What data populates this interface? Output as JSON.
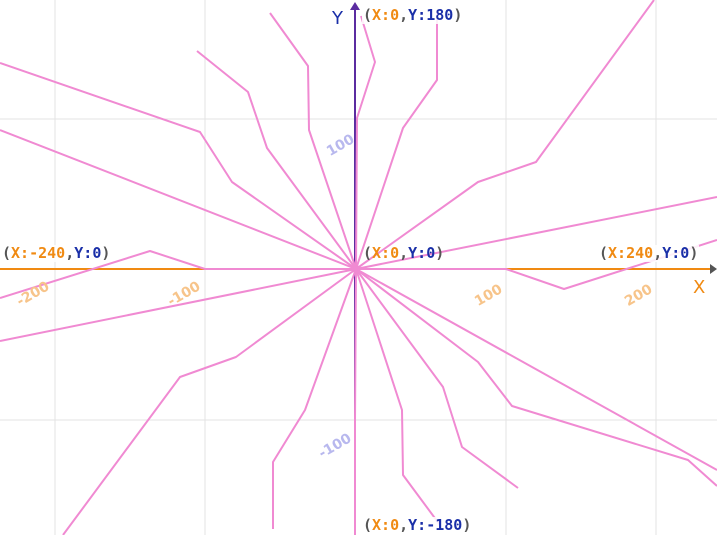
{
  "stage": {
    "x_axis_name": "X",
    "y_axis_name": "Y",
    "colors": {
      "background": "#ffffff",
      "grid": "#e3e3e3",
      "x_axis": "#f08a12",
      "y_axis": "#5b2ca0",
      "pen": "#f08ad2",
      "x_text": "#f08a12",
      "y_text": "#1a2fa8",
      "x_tick": "#f7c48a",
      "y_tick": "#b8b8ee"
    },
    "labels": {
      "top": {
        "x_key": "X:",
        "x_val": "0",
        "y_key": "Y:",
        "y_val": "180"
      },
      "bottom": {
        "x_key": "X:",
        "x_val": "0",
        "y_key": "Y:",
        "y_val": "-180"
      },
      "left": {
        "x_key": "X:",
        "x_val": "-240",
        "y_key": "Y:",
        "y_val": "0"
      },
      "right": {
        "x_key": "X:",
        "x_val": "240",
        "y_key": "Y:",
        "y_val": "0"
      },
      "center": {
        "x_key": "X:",
        "x_val": "0",
        "y_key": "Y:",
        "y_val": "0"
      }
    },
    "x_ticks": [
      "-200",
      "-100",
      "100",
      "200"
    ],
    "y_ticks": [
      "100",
      "-100"
    ]
  }
}
